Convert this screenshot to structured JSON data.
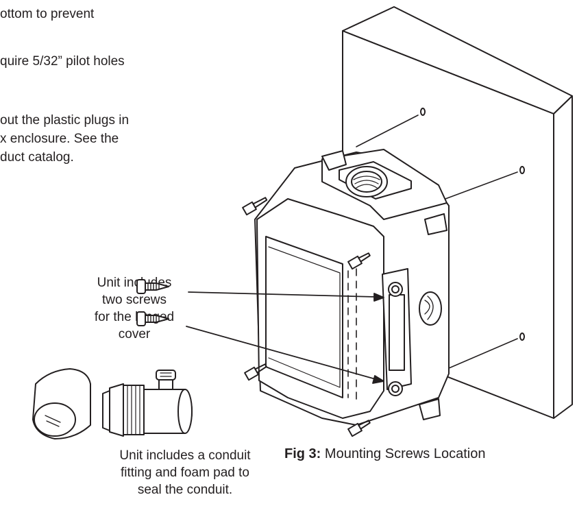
{
  "instructions": {
    "line1": "ottom to prevent",
    "line2": "quire 5/32” pilot holes",
    "line3": "out the plastic plugs in",
    "line4": "x enclosure. See the",
    "line5": "duct catalog."
  },
  "screws_callout": {
    "line1": "Unit includes",
    "line2": "two screws",
    "line3": "for the hinged",
    "line4": "cover"
  },
  "conduit_callout": {
    "line1": "Unit includes a conduit",
    "line2": "fitting and foam pad to",
    "line3": "seal the conduit."
  },
  "figure": {
    "label": "Fig 3:",
    "title": "Mounting Screws Location"
  }
}
